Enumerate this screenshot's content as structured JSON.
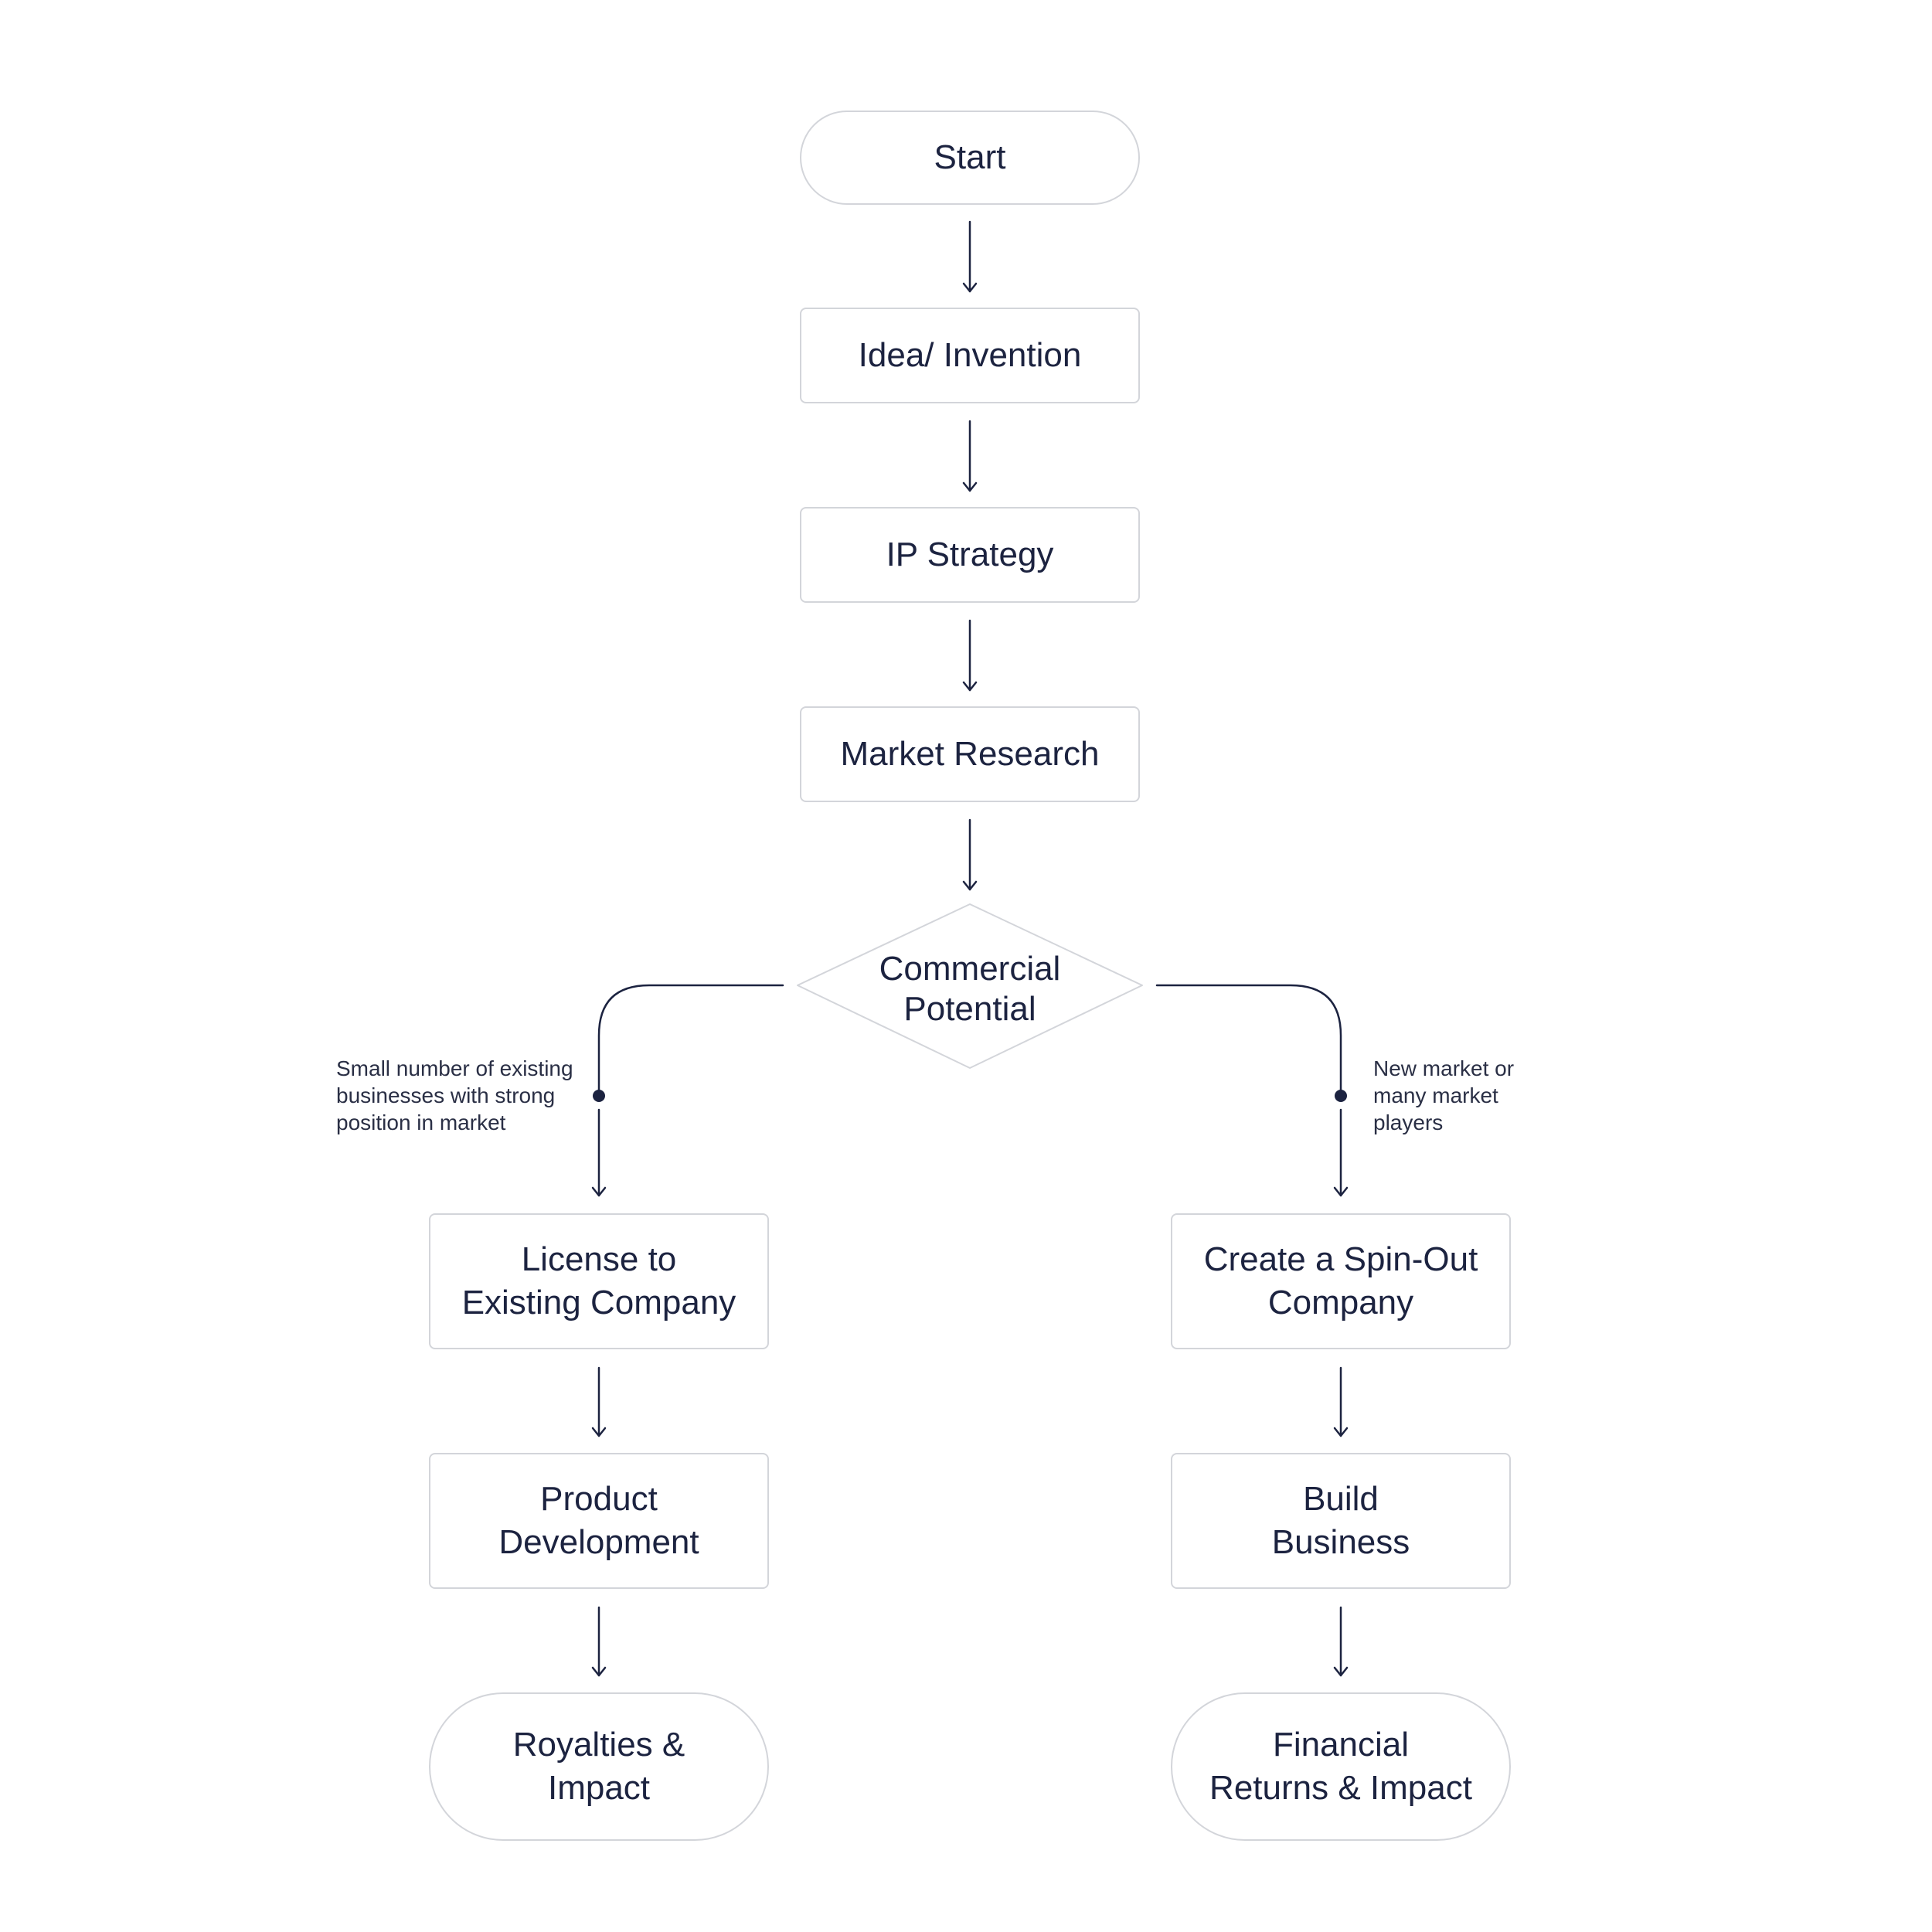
{
  "flowchart": {
    "start": "Start",
    "idea": "Idea/ Invention",
    "ip_strategy": "IP Strategy",
    "market_research": "Market Research",
    "decision": "Commercial\nPotential",
    "left_branch": {
      "condition": "Small number of existing\nbusinesses with strong\nposition in market",
      "step1": "License to\nExisting Company",
      "step2": "Product\nDevelopment",
      "end": "Royalties &\nImpact"
    },
    "right_branch": {
      "condition": "New market or\nmany market\nplayers",
      "step1": "Create a Spin-Out\nCompany",
      "step2": "Build\nBusiness",
      "end": "Financial\nReturns & Impact"
    }
  },
  "colors": {
    "line": "#1c2340",
    "border": "#d3d5da",
    "text": "#1c2340"
  }
}
